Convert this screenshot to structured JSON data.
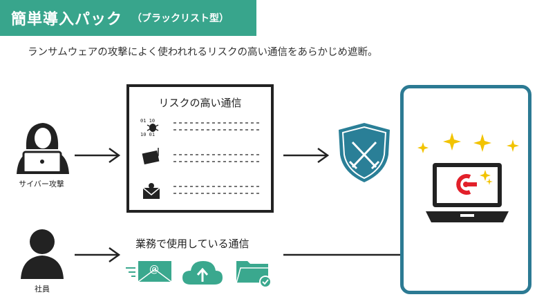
{
  "banner": {
    "title": "簡単導入パック",
    "subtitle": "（ブラックリスト型）"
  },
  "lead_text": "ランサムウェアの攻撃によく使われれるリスクの高い通信をあらかじめ遮断。",
  "actors": {
    "attacker_label": "サイバー攻撃",
    "employee_label": "社員"
  },
  "risk_box": {
    "title": "リスクの高い通信"
  },
  "safe_traffic": {
    "title": "業務で使用している通信"
  },
  "colors": {
    "banner": "#38a58c",
    "shield": "#2a7f97",
    "device_border": "#2c7a93",
    "safe_icons": "#3aa88e",
    "sparkle": "#f2c300",
    "logo": "#e2202a"
  }
}
